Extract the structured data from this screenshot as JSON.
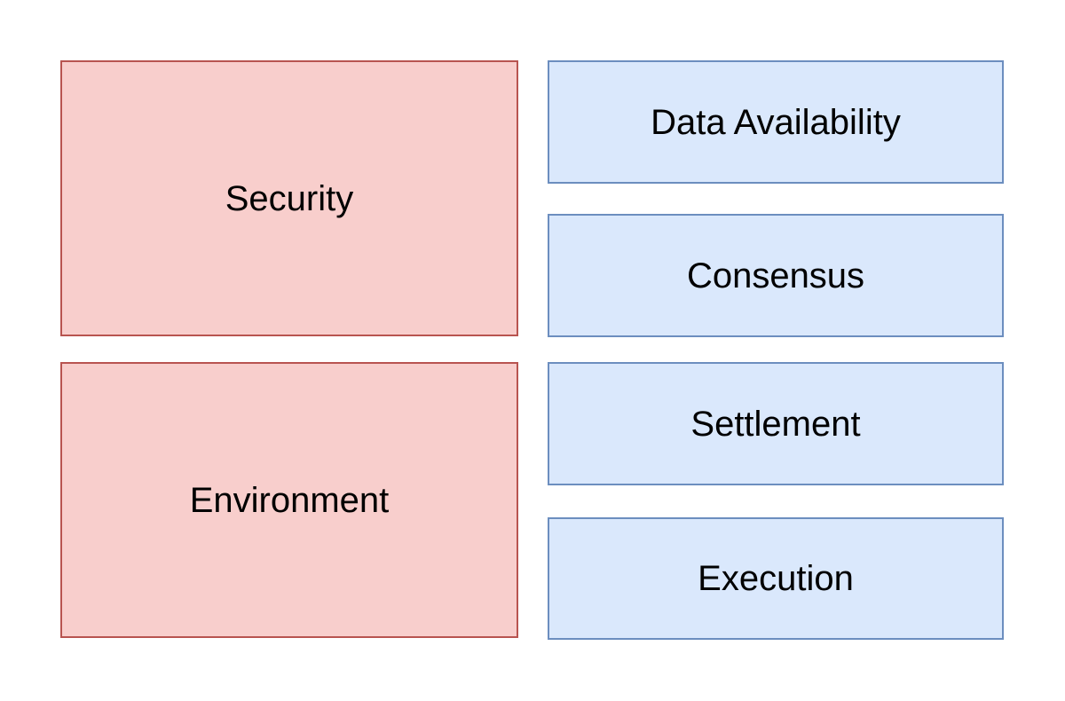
{
  "colors": {
    "background": "#ffffff",
    "text": "#000000",
    "red_fill": "#f8cecc",
    "red_stroke": "#b85450",
    "blue_fill": "#dae8fc",
    "blue_stroke": "#6c8ebf"
  },
  "boxes": {
    "security": {
      "label": "Security"
    },
    "environment": {
      "label": "Environment"
    },
    "data_availability": {
      "label": "Data Availability"
    },
    "consensus": {
      "label": "Consensus"
    },
    "settlement": {
      "label": "Settlement"
    },
    "execution": {
      "label": "Execution"
    }
  }
}
